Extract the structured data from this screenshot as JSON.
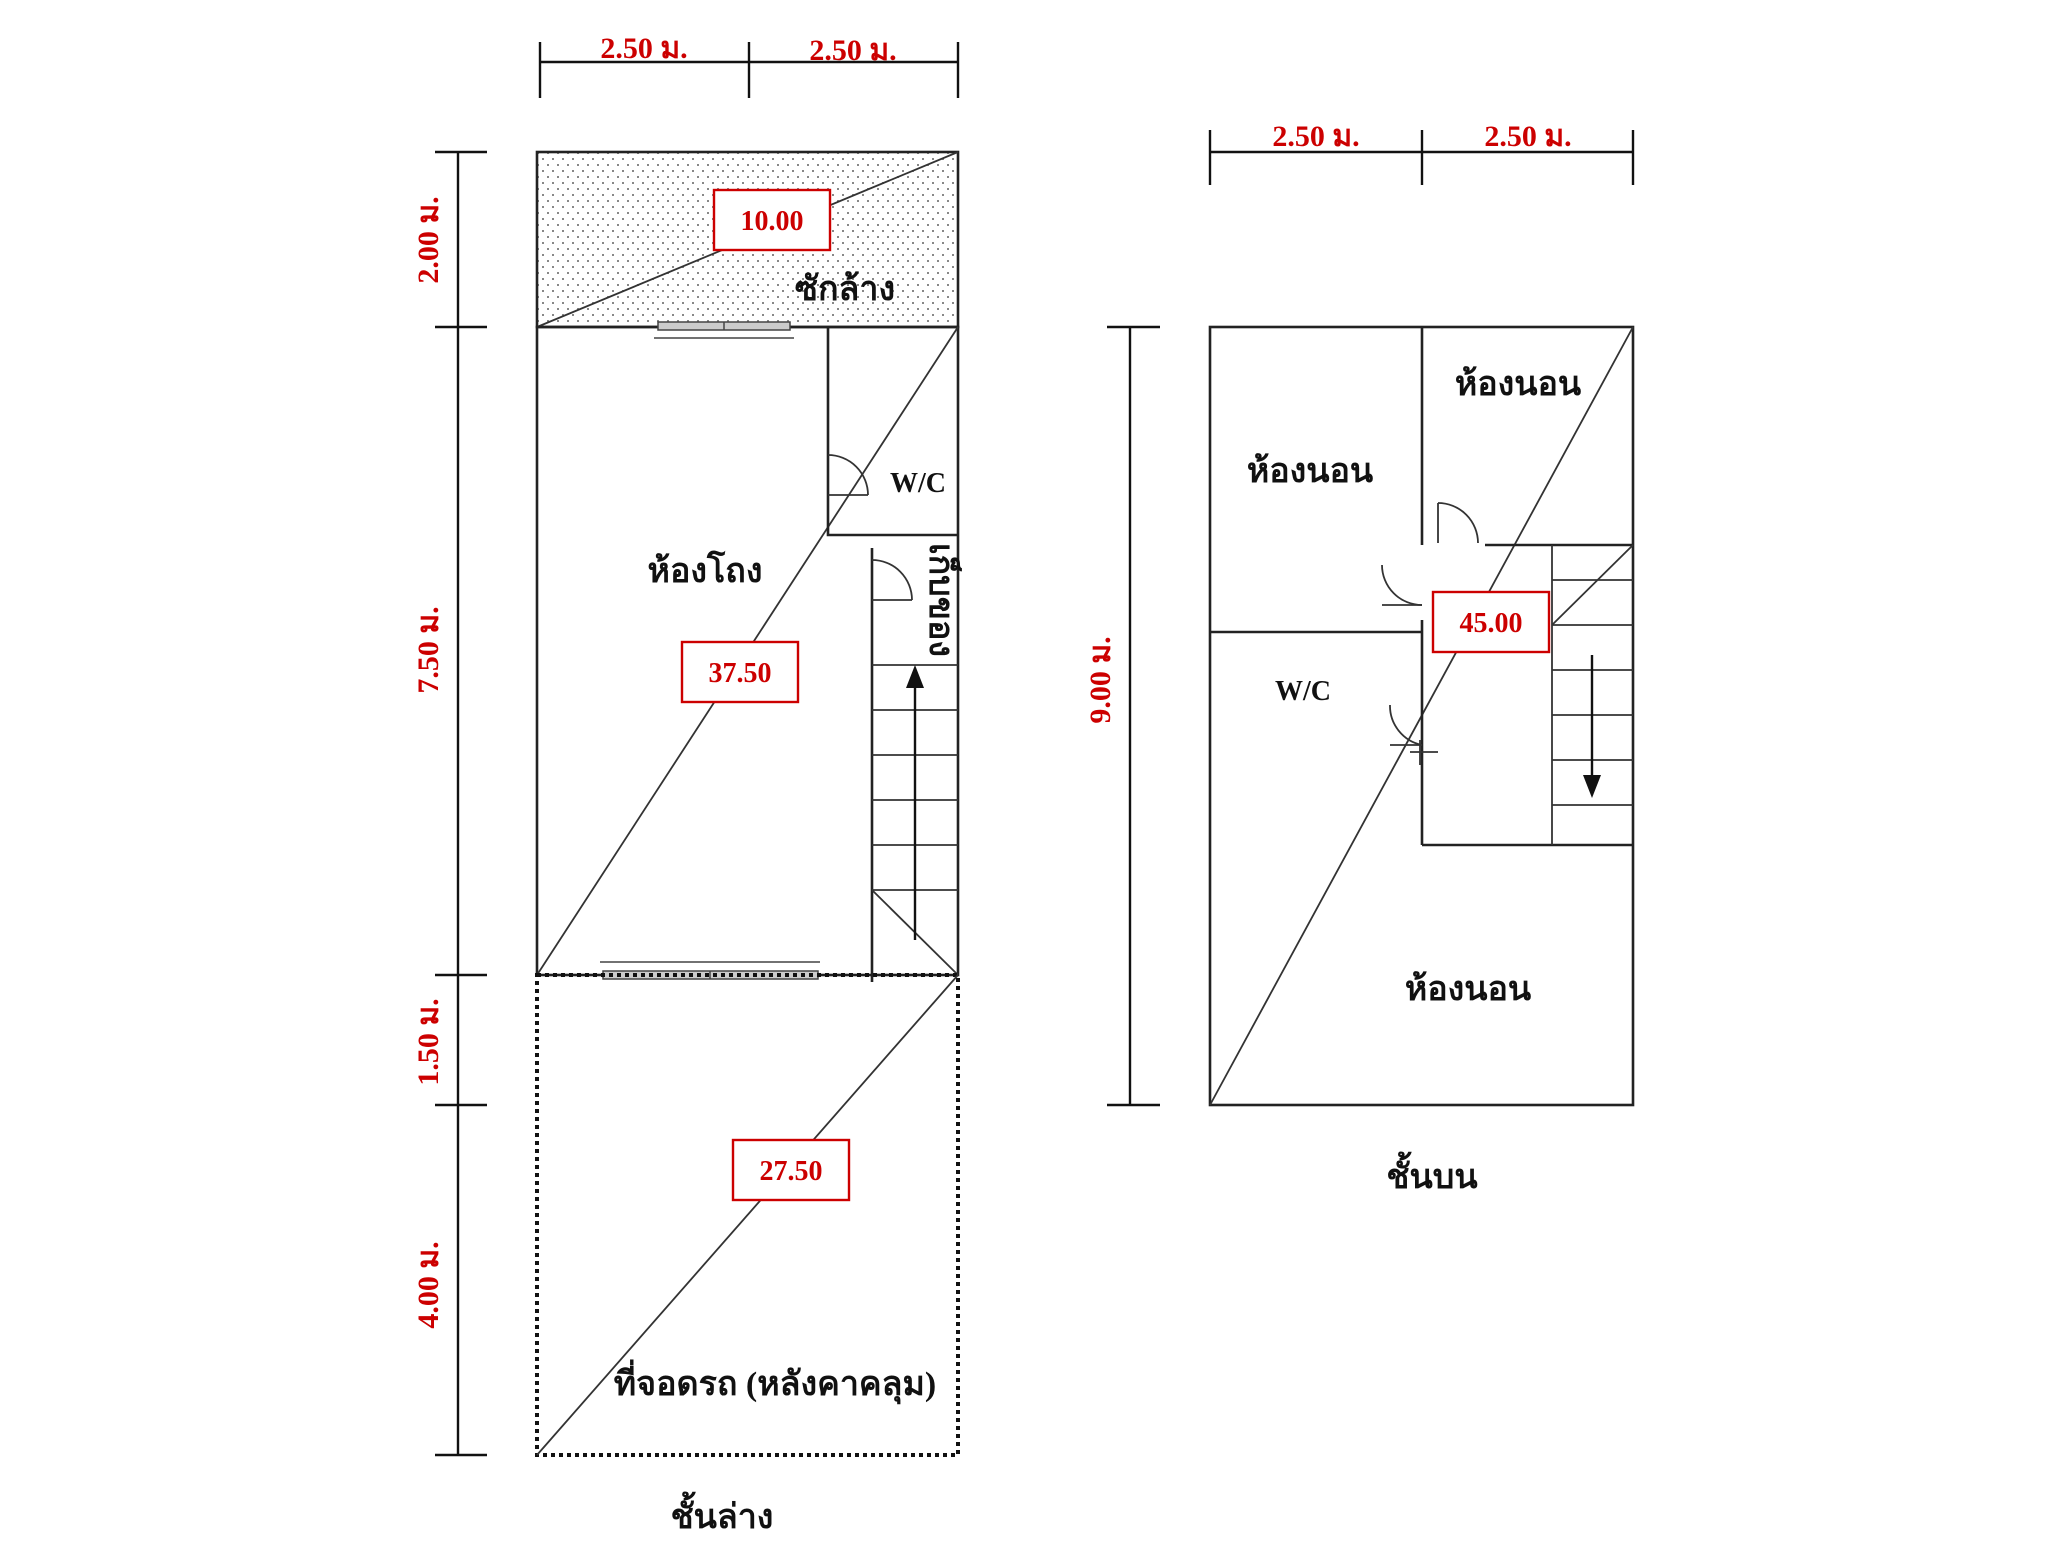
{
  "lower_floor": {
    "title": "ชั้นล่าง",
    "width_dims": [
      "2.50 ม.",
      "2.50 ม."
    ],
    "height_dims": [
      "2.00 ม.",
      "7.50 ม.",
      "1.50 ม.",
      "4.00 ม."
    ],
    "rooms": {
      "laundry": "ซักล้าง",
      "wc": "W/C",
      "storage": "เก็บของ",
      "hall": "ห้องโถง",
      "parking": "ที่จอดรถ (หลังคาคลุม)"
    },
    "areas": {
      "laundry": "10.00",
      "hall": "37.50",
      "parking": "27.50"
    }
  },
  "upper_floor": {
    "title": "ชั้นบน",
    "width_dims": [
      "2.50 ม.",
      "2.50 ม."
    ],
    "height_dims": [
      "9.00 ม."
    ],
    "rooms": {
      "bedroom_left": "ห้องนอน",
      "bedroom_right": "ห้องนอน",
      "wc": "W/C",
      "bedroom_front": "ห้องนอน"
    },
    "areas": {
      "total": "45.00"
    }
  }
}
